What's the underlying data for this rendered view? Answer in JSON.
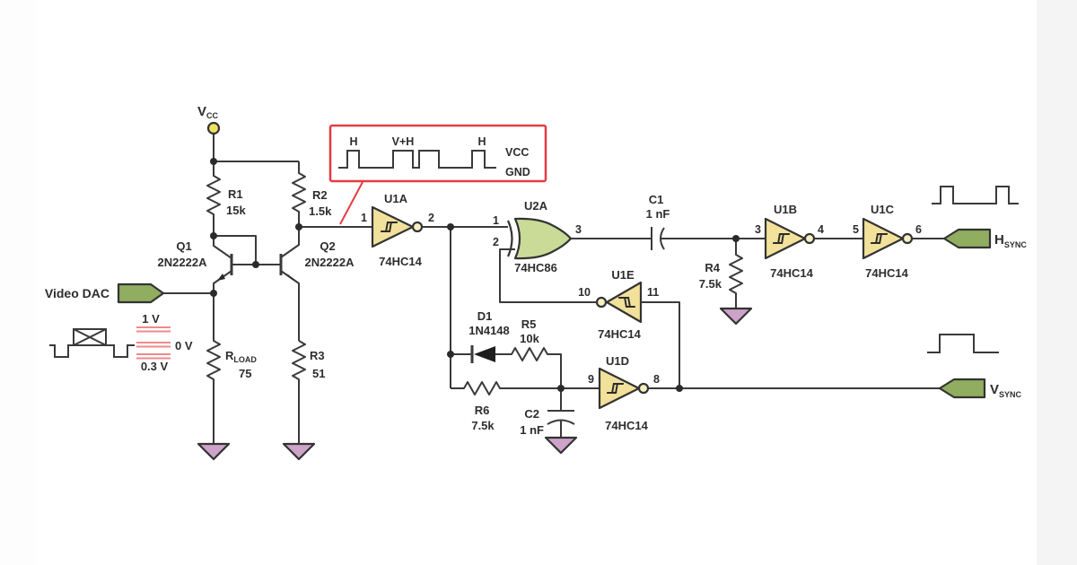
{
  "colors": {
    "wire": "#3a3a3a",
    "gate_fill": "#f2e19b",
    "bubble_fill": "#f8efc2",
    "xor_fill": "#c9db97",
    "connector_fill": "#90ad60",
    "ground_fill": "#cda3c9",
    "vcc_fill": "#f0e35f",
    "diode_fill": "#1e1e1e",
    "callout_red": "#e43c42",
    "level_red": "#ee8a8a"
  },
  "power": {
    "vcc": "V",
    "vcc_sub": "CC"
  },
  "inputs": {
    "video_dac_label": "Video DAC",
    "levels": {
      "v1": "1 V",
      "v0": "0 V",
      "v03": "0.3 V"
    }
  },
  "callout": {
    "h_left": "H",
    "vh": "V+H",
    "h_right": "H",
    "vcc": "VCC",
    "gnd": "GND"
  },
  "transistors": {
    "q1": {
      "ref": "Q1",
      "part": "2N2222A"
    },
    "q2": {
      "ref": "Q2",
      "part": "2N2222A"
    }
  },
  "resistors": {
    "r1": {
      "ref": "R1",
      "value": "15k"
    },
    "r2": {
      "ref": "R2",
      "value": "1.5k"
    },
    "rload": {
      "ref": "R",
      "ref_sub": "LOAD",
      "value": "75"
    },
    "r3": {
      "ref": "R3",
      "value": "51"
    },
    "r4": {
      "ref": "R4",
      "value": "7.5k"
    },
    "r5": {
      "ref": "R5",
      "value": "10k"
    },
    "r6": {
      "ref": "R6",
      "value": "7.5k"
    }
  },
  "capacitors": {
    "c1": {
      "ref": "C1",
      "value": "1 nF"
    },
    "c2": {
      "ref": "C2",
      "value": "1 nF"
    }
  },
  "diodes": {
    "d1": {
      "ref": "D1",
      "part": "1N4148"
    }
  },
  "gates": {
    "u1a": {
      "ref": "U1A",
      "part": "74HC14",
      "pin_in": "1",
      "pin_out": "2"
    },
    "u2a": {
      "ref": "U2A",
      "part": "74HC86",
      "pin1": "1",
      "pin2": "2",
      "pin3": "3"
    },
    "u1b": {
      "ref": "U1B",
      "part": "74HC14",
      "pin_in": "3",
      "pin_out": "4"
    },
    "u1c": {
      "ref": "U1C",
      "part": "74HC14",
      "pin_in": "5",
      "pin_out": "6"
    },
    "u1e": {
      "ref": "U1E",
      "part": "74HC14",
      "pin_out": "10",
      "pin_in": "11"
    },
    "u1d": {
      "ref": "U1D",
      "part": "74HC14",
      "pin_in": "9",
      "pin_out": "8"
    }
  },
  "outputs": {
    "hsync": {
      "label": "H",
      "sub": "SYNC"
    },
    "vsync": {
      "label": "V",
      "sub": "SYNC"
    }
  }
}
